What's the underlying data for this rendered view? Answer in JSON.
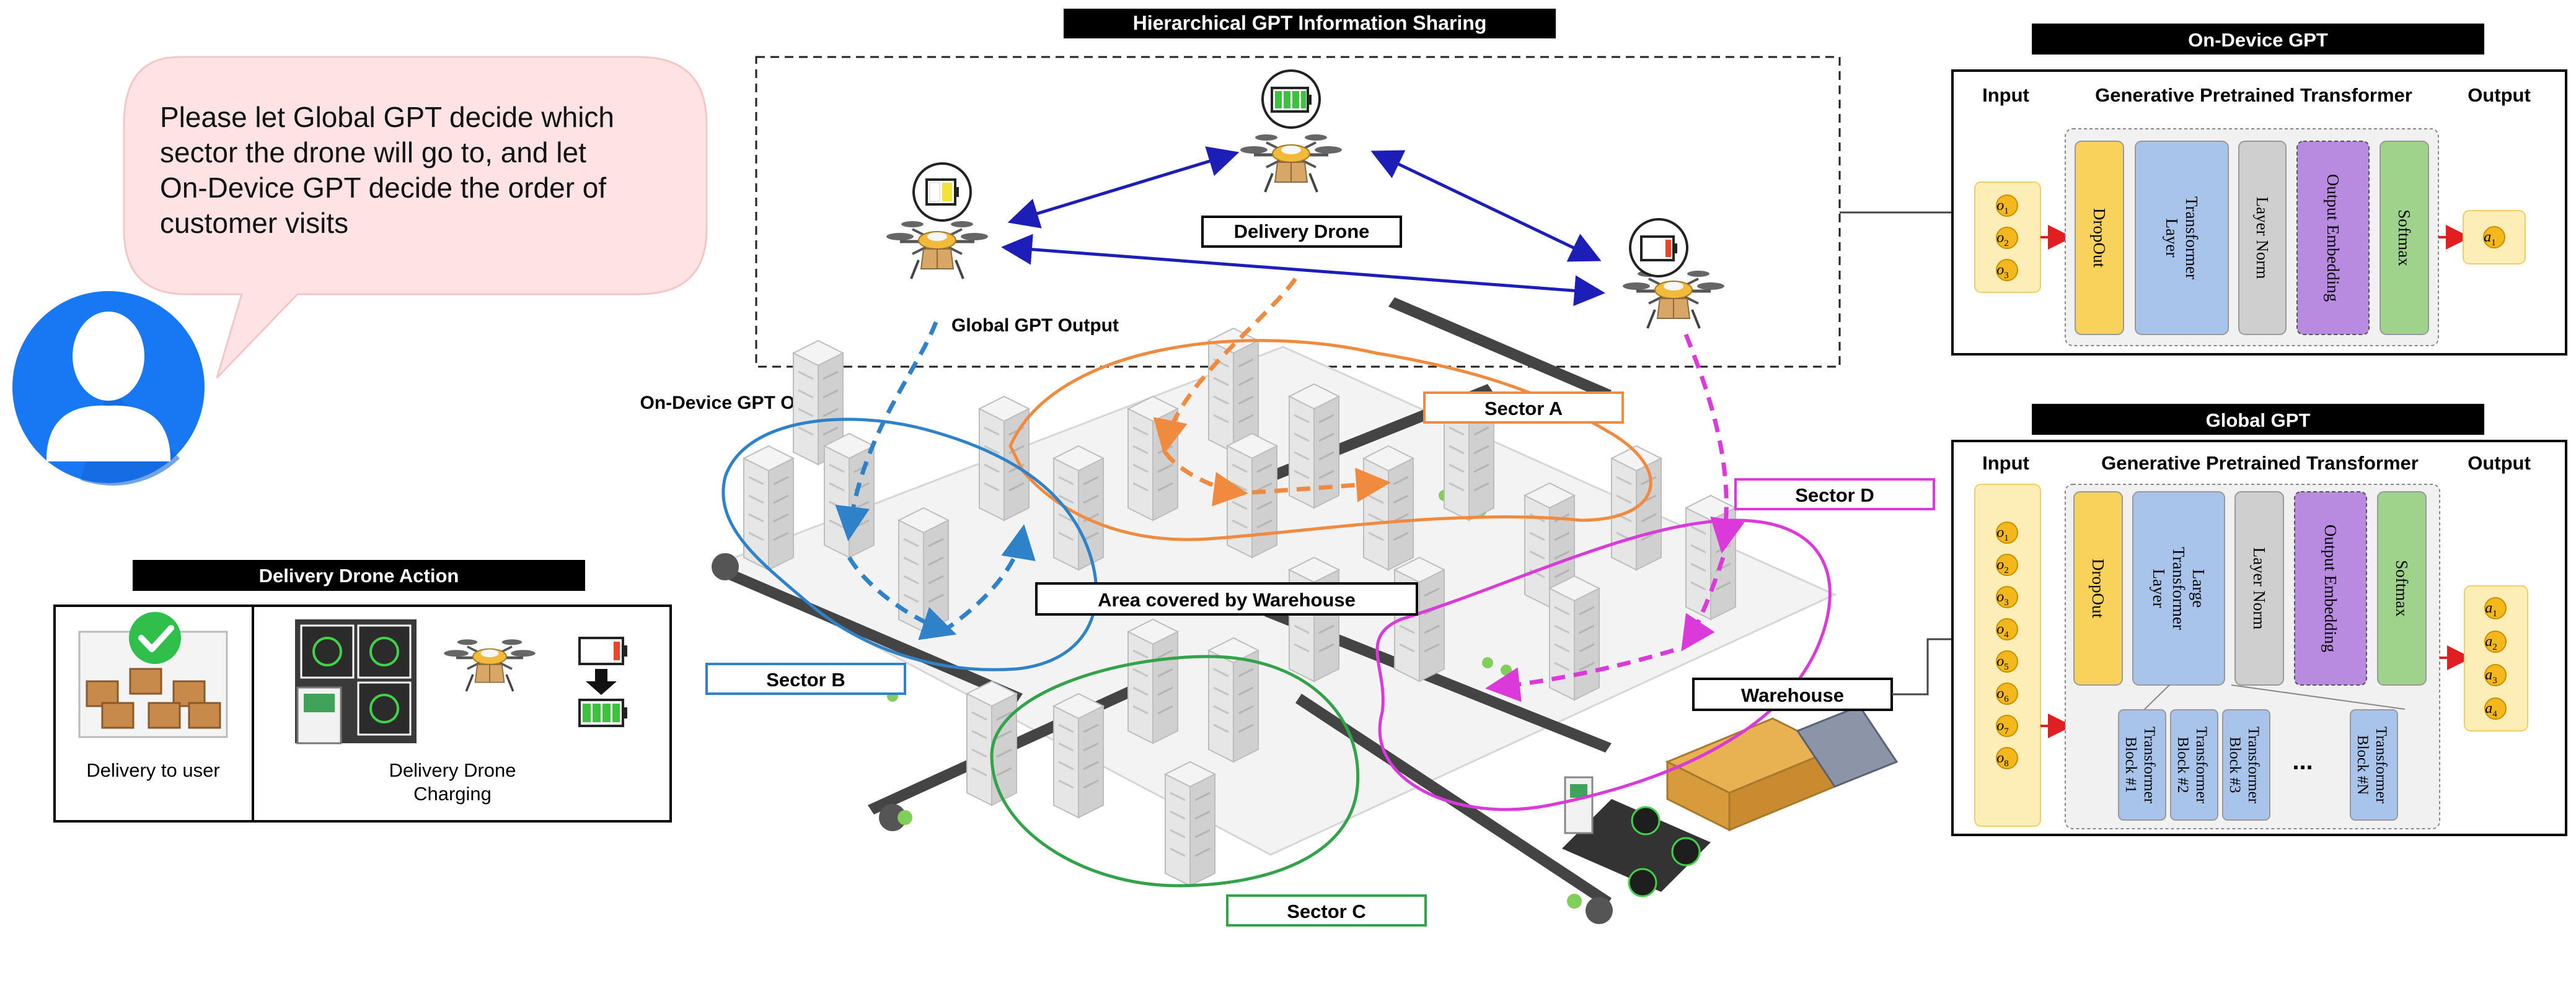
{
  "hierarchical_title": "Hierarchical GPT  Information Sharing",
  "speech": {
    "lines": [
      "Please let Global GPT decide which",
      "sector the drone will go to, and let",
      "On-Device GPT decide the order of",
      "customer visits"
    ]
  },
  "labels": {
    "delivery_drone": "Delivery Drone",
    "global_gpt_output": "Global GPT Output",
    "on_device_gpt_output": "On-Device GPT Output",
    "area_covered": "Area covered by Warehouse",
    "warehouse": "Warehouse",
    "sector_a": "Sector A",
    "sector_b": "Sector B",
    "sector_c": "Sector C",
    "sector_d": "Sector D"
  },
  "action_panel": {
    "title": "Delivery Drone Action",
    "delivery_label": "Delivery to user",
    "charging_label_1": "Delivery Drone",
    "charging_label_2": "Charging"
  },
  "on_device": {
    "title": "On-Device GPT",
    "input_header": "Input",
    "gpt_header": "Generative Pretrained Transformer",
    "output_header": "Output",
    "inputs": [
      "o1",
      "o2",
      "o3"
    ],
    "layers": [
      "DropOut",
      "Transformer Layer",
      "Layer Norm",
      "Output Embedding",
      "Softmax"
    ],
    "outputs": [
      "a1"
    ]
  },
  "global_gpt": {
    "title": "Global GPT",
    "input_header": "Input",
    "gpt_header": "Generative Pretrained Transformer",
    "output_header": "Output",
    "inputs": [
      "o1",
      "o2",
      "o3",
      "o4",
      "o5",
      "o6",
      "o7",
      "o8"
    ],
    "layers": [
      "DropOut",
      "Large Transformer Layer",
      "Layer Norm",
      "Output Embedding",
      "Softmax"
    ],
    "blocks": [
      "Transformer Block #1",
      "Transformer Block #2",
      "Transformer Block #3",
      "Transformer Block #N"
    ],
    "ellipsis": "...",
    "outputs": [
      "a1",
      "a2",
      "a3",
      "a4"
    ]
  },
  "colors": {
    "sector_a": "#ef8a3e",
    "sector_b": "#2f82c8",
    "sector_c": "#33a34a",
    "sector_d": "#d93ad9",
    "arrow_blue": "#1d1db8",
    "dropout": "#f9d25c",
    "transformer": "#a9c4ea",
    "layernorm": "#cfcfcf",
    "embedding": "#b98be0",
    "softmax": "#9fd38b",
    "token": "#f4b81c",
    "speech_bubble": "#fde3e3",
    "user_blue": "#1877f2"
  }
}
